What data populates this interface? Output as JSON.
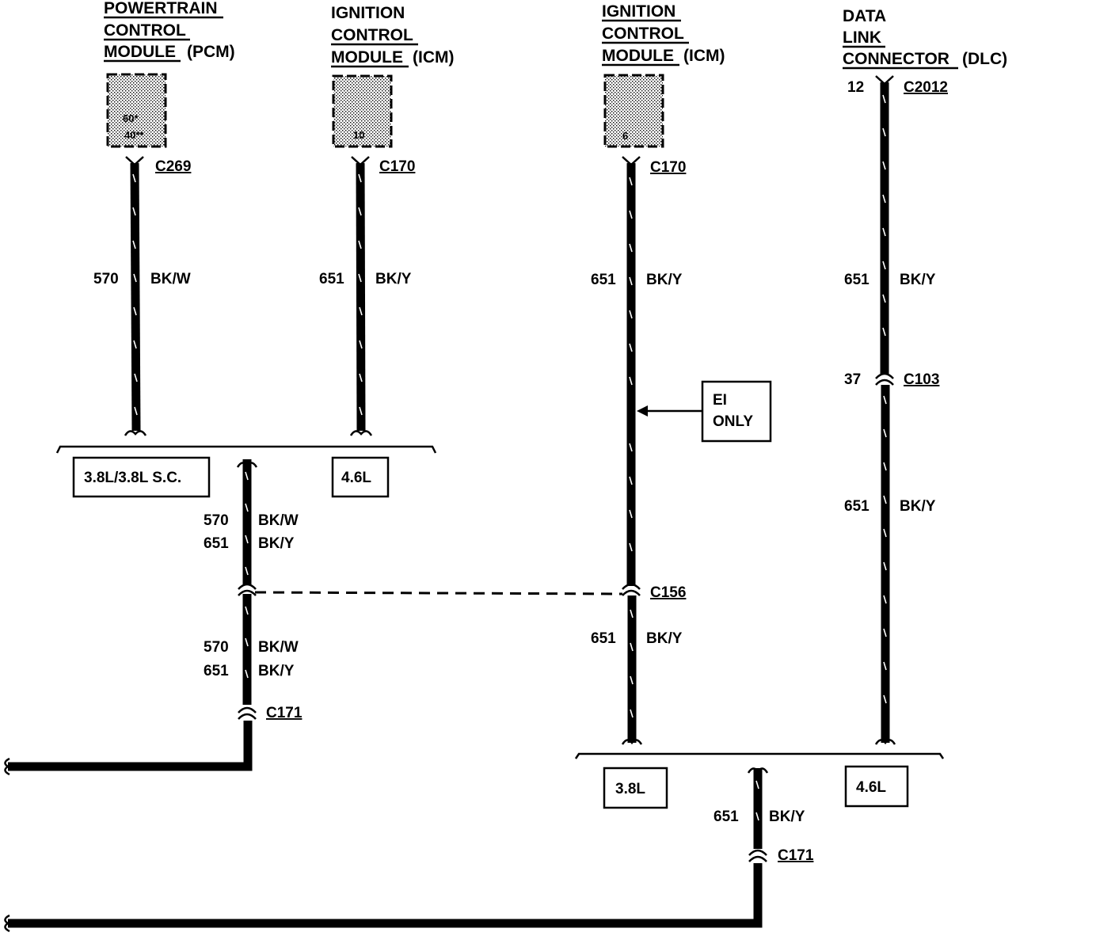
{
  "components": {
    "pcm": {
      "lines": [
        "POWERTRAIN",
        "CONTROL",
        "MODULE"
      ],
      "suffix": "(PCM)",
      "pin": "60*",
      "pin2": "40**"
    },
    "icm1": {
      "lines": [
        "IGNITION",
        "CONTROL",
        "MODULE"
      ],
      "suffix": "(ICM)",
      "pin": "10"
    },
    "icm2": {
      "lines": [
        "IGNITION",
        "CONTROL",
        "MODULE"
      ],
      "suffix": "(ICM)",
      "pin": "6"
    },
    "dlc": {
      "lines": [
        "DATA",
        "LINK",
        "CONNECTOR"
      ],
      "suffix": "(DLC)",
      "pin": "12"
    }
  },
  "connectors": {
    "c269": "C269",
    "c170_a": "C170",
    "c170_b": "C170",
    "c2012": "C2012",
    "c103": "C103",
    "c103_pin": "37",
    "c156": "C156",
    "c171_a": "C171",
    "c171_b": "C171"
  },
  "wires": {
    "pcm": {
      "circuit": "570",
      "color": "BK/W"
    },
    "icm1": {
      "circuit": "651",
      "color": "BK/Y"
    },
    "icm2_upper": {
      "circuit": "651",
      "color": "BK/Y"
    },
    "dlc_upper": {
      "circuit": "651",
      "color": "BK/Y"
    },
    "dlc_lower": {
      "circuit": "651",
      "color": "BK/Y"
    },
    "left_mid": [
      {
        "circuit": "570",
        "color": "BK/W"
      },
      {
        "circuit": "651",
        "color": "BK/Y"
      }
    ],
    "left_low": [
      {
        "circuit": "570",
        "color": "BK/W"
      },
      {
        "circuit": "651",
        "color": "BK/Y"
      }
    ],
    "icm2_lower": {
      "circuit": "651",
      "color": "BK/Y"
    },
    "right_low": {
      "circuit": "651",
      "color": "BK/Y"
    }
  },
  "engine_boxes": {
    "left_a": "3.8L/3.8L S.C.",
    "left_b": "4.6L",
    "right_a": "3.8L",
    "right_b": "4.6L"
  },
  "note": {
    "lines": [
      "EI",
      "ONLY"
    ]
  }
}
